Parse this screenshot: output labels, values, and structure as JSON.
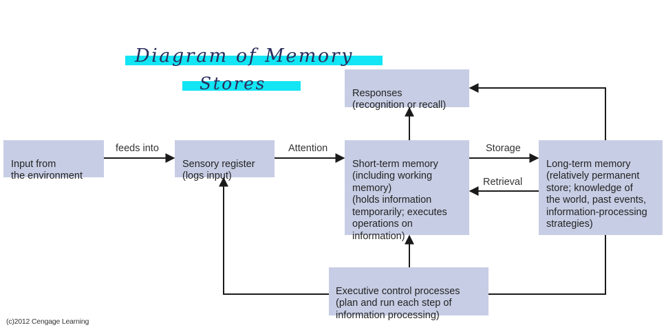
{
  "title": {
    "line1": "Diagram of Memory",
    "line2": "Stores",
    "highlight_color": "#12e5f3",
    "ink_color": "#2b2d5c"
  },
  "boxes": {
    "input": "Input from\nthe environment",
    "sensory": "Sensory register\n(logs input)",
    "short_term": "Short-term memory\n(including working\nmemory)\n(holds information\ntemporarily; executes\noperations on\ninformation)",
    "long_term": "Long-term memory\n(relatively permanent\nstore; knowledge of\nthe world, past events,\ninformation-processing\nstrategies)",
    "responses": "Responses\n(recognition or recall)",
    "executive": "Executive control processes\n(plan and run each step of\ninformation processing)",
    "fill_color": "#c7cde4"
  },
  "edge_labels": {
    "feeds_into": "feeds into",
    "attention": "Attention",
    "storage": "Storage",
    "retrieval": "Retrieval"
  },
  "copyright": "(c)2012 Cengage Learning",
  "arrow_color": "#1a1a1a"
}
